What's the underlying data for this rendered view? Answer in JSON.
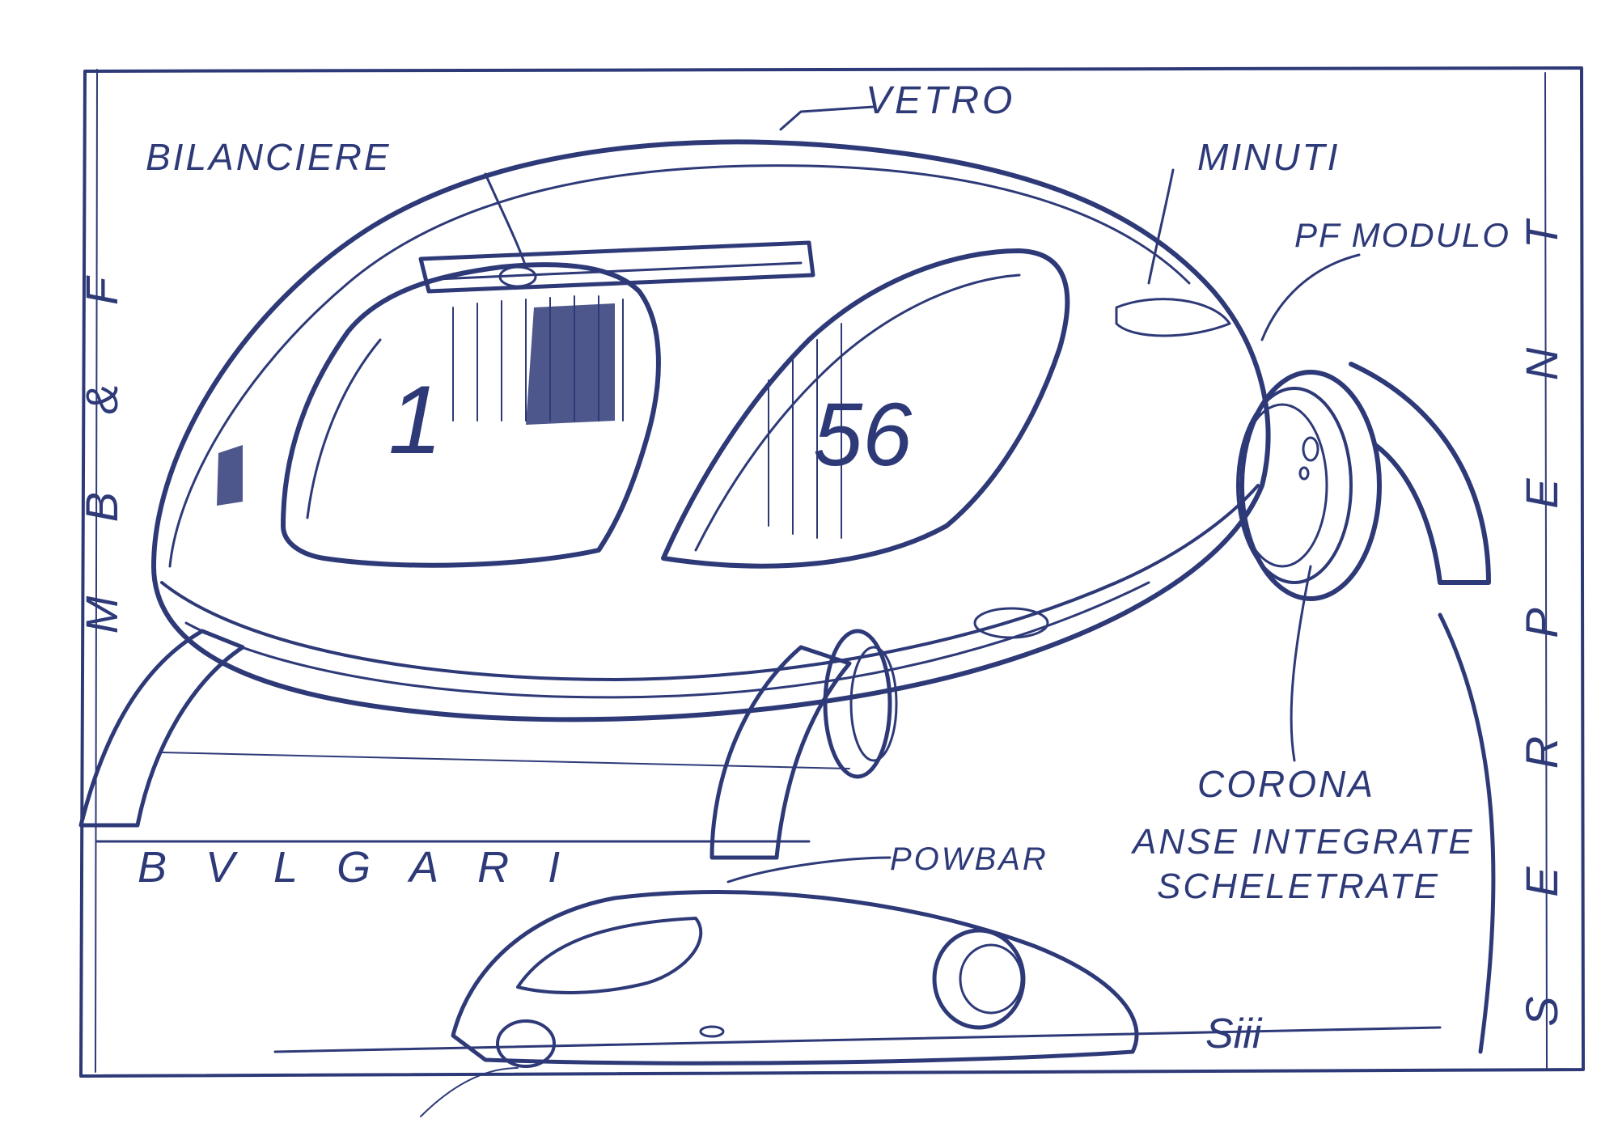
{
  "labels": {
    "vetro": "VETRO",
    "bilanciere": "BILANCIERE",
    "minuti": "MINUTI",
    "pf_modulo": "PF MODULO",
    "corona": "CORONA",
    "anse_line1": "ANSE INTEGRATE",
    "anse_line2": "SCHELETRATE",
    "power_bar": "POWBAR",
    "brand": "BVLGARI",
    "dial_hour": "1",
    "dial_minute": "56",
    "signature": "Siii"
  },
  "margin_text": {
    "left": [
      "M",
      "B",
      "&",
      "F"
    ],
    "right": [
      "S",
      "E",
      "R",
      "P",
      "E",
      "N",
      "T"
    ]
  },
  "colors": {
    "ink": "#2e3a78",
    "ink_light": "#5a65a0",
    "paper": "#ffffff"
  }
}
